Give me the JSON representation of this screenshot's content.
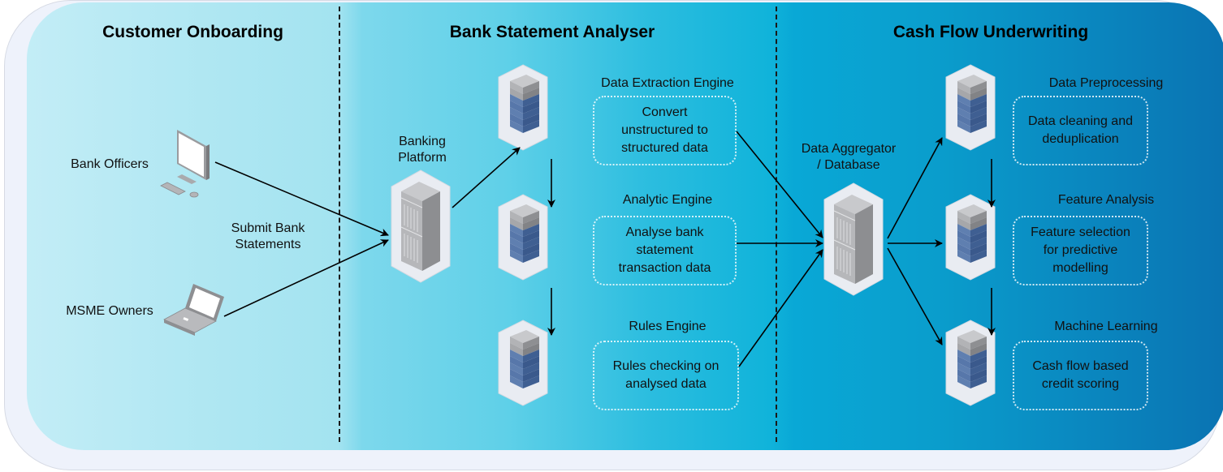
{
  "sections": [
    {
      "title": "Customer Onboarding"
    },
    {
      "title": "Bank Statement Analyser"
    },
    {
      "title": "Cash Flow Underwriting"
    }
  ],
  "onboarding": {
    "actors": [
      {
        "label": "Bank Officers",
        "icon": "desktop-computer-icon"
      },
      {
        "label": "MSME Owners",
        "icon": "laptop-icon"
      }
    ],
    "edge_label_line1": "Submit Bank",
    "edge_label_line2": "Statements"
  },
  "analyser": {
    "platform": {
      "line1": "Banking",
      "line2": "Platform",
      "icon": "server-rack-icon"
    },
    "engines": [
      {
        "title": "Data Extraction Engine",
        "lines": [
          "Convert",
          "unstructured to",
          "structured data"
        ],
        "icon": "server-stack-icon"
      },
      {
        "title": "Analytic Engine",
        "lines": [
          "Analyse bank",
          "statement",
          "transaction data"
        ],
        "icon": "server-stack-icon"
      },
      {
        "title": "Rules Engine",
        "lines": [
          "Rules checking on",
          "analysed data"
        ],
        "icon": "server-stack-icon"
      }
    ]
  },
  "underwriting": {
    "aggregator": {
      "line1": "Data Aggregator",
      "line2": "/ Database",
      "icon": "server-rack-icon"
    },
    "steps": [
      {
        "title": "Data Preprocessing",
        "lines": [
          "Data cleaning and",
          "deduplication"
        ],
        "icon": "server-stack-icon"
      },
      {
        "title": "Feature Analysis",
        "lines": [
          "Feature selection",
          "for predictive",
          "modelling"
        ],
        "icon": "server-stack-icon"
      },
      {
        "title": "Machine Learning",
        "lines": [
          "Cash flow based",
          "credit scoring"
        ],
        "icon": "server-stack-icon"
      }
    ]
  },
  "colors": {
    "gradient_start": "#c3edf6",
    "gradient_mid": "#10b3da",
    "gradient_end": "#0a73b2",
    "frame": "#eef2fb",
    "arrow": "#000000"
  }
}
